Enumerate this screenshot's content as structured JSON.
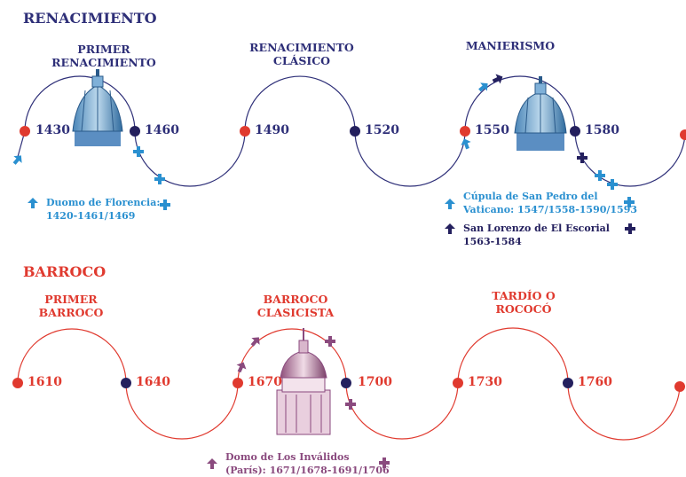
{
  "colors": {
    "ren_accent": "#2e2f78",
    "bar_accent": "#e03a2f",
    "red_dot": "#e03a2f",
    "navy_dot": "#24205e",
    "ren_line": "#2e2f78",
    "bar_line": "#e03a2f",
    "cyan": "#2a90d0",
    "purple": "#8a4a7e"
  },
  "renacimiento": {
    "title": "RENACIMIENTO",
    "periods": [
      {
        "line1": "PRIMER",
        "line2": "RENACIMIENTO"
      },
      {
        "line1": "RENACIMIENTO",
        "line2": "CLÁSICO"
      },
      {
        "line1": "MANIERISMO",
        "line2": ""
      }
    ],
    "years": [
      "1430",
      "1460",
      "1490",
      "1520",
      "1550",
      "1580"
    ],
    "notes": [
      {
        "line1": "Duomo de Florencia:",
        "line2": "1420-1461/1469",
        "icon": "arrow-up-icon"
      },
      {
        "line1": "Cúpula de San Pedro del",
        "line2": "Vaticano: 1547/1558-1590/1593",
        "icon": "arrow-up-icon"
      },
      {
        "line1": "San Lorenzo de El Escorial",
        "line2": "1563-1584",
        "icon": "arrow-up-icon"
      }
    ],
    "images": [
      "dome-florence-icon",
      "dome-st-peter-icon"
    ]
  },
  "barroco": {
    "title": "BARROCO",
    "periods": [
      {
        "line1": "PRIMER",
        "line2": "BARROCO"
      },
      {
        "line1": "BARROCO",
        "line2": "CLASICISTA"
      },
      {
        "line1": "TARDÍO O",
        "line2": "ROCOCÓ"
      }
    ],
    "years": [
      "1610",
      "1640",
      "1670",
      "1700",
      "1730",
      "1760"
    ],
    "notes": [
      {
        "line1": "Domo de Los Inválidos",
        "line2": "(París): 1671/1678-1691/1706",
        "icon": "arrow-up-icon"
      }
    ],
    "images": [
      "dome-invalides-icon"
    ]
  }
}
